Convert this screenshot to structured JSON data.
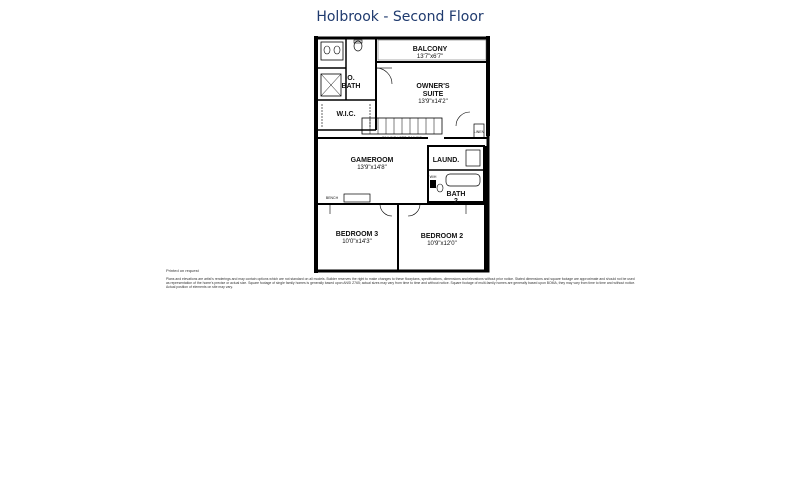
{
  "title": "Holbrook - Second Floor",
  "rooms": {
    "balcony": {
      "name": "BALCONY",
      "dims": "13'7\"x6'7\""
    },
    "owners_suite": {
      "name": "OWNER'S SUITE",
      "line1": "OWNER'S",
      "line2": "SUITE",
      "dims": "13'9\"x14'2\""
    },
    "owners_bath": {
      "line1": "O.",
      "line2": "BATH"
    },
    "wic": {
      "name": "W.I.C."
    },
    "gameroom": {
      "name": "GAMEROOM",
      "dims": "13'9\"x14'8\""
    },
    "laundry": {
      "name": "LAUND."
    },
    "bath2": {
      "line1": "BATH",
      "line2": "2"
    },
    "bedroom3": {
      "name": "BEDROOM 3",
      "dims": "10'0\"x14'3\""
    },
    "bedroom2": {
      "name": "BEDROOM 2",
      "dims": "10'9\"x12'0\""
    }
  },
  "small_labels": {
    "railing": "RAILING / OPT. RAILING",
    "linen": "LINEN",
    "wh": "W/H",
    "bench": "BENCH"
  },
  "footnote_heading": "Printed on request",
  "footnote_body": "Plans and elevations are artist's renderings and may contain options which are not standard on all models. Builder reserves the right to make changes to these floorplans, specifications, dimensions and elevations without prior notice. Stated dimensions and square footage are approximate and should not be used as representation of the home's precise or actual size. Square footage of single family homes is generally based upon ANSI Z765; actual sizes may vary from time to time and without notice. Square footage of multi-family homes are generally based upon BOMA, they may vary from time to time and without notice. Actual position of elements on site may vary."
}
